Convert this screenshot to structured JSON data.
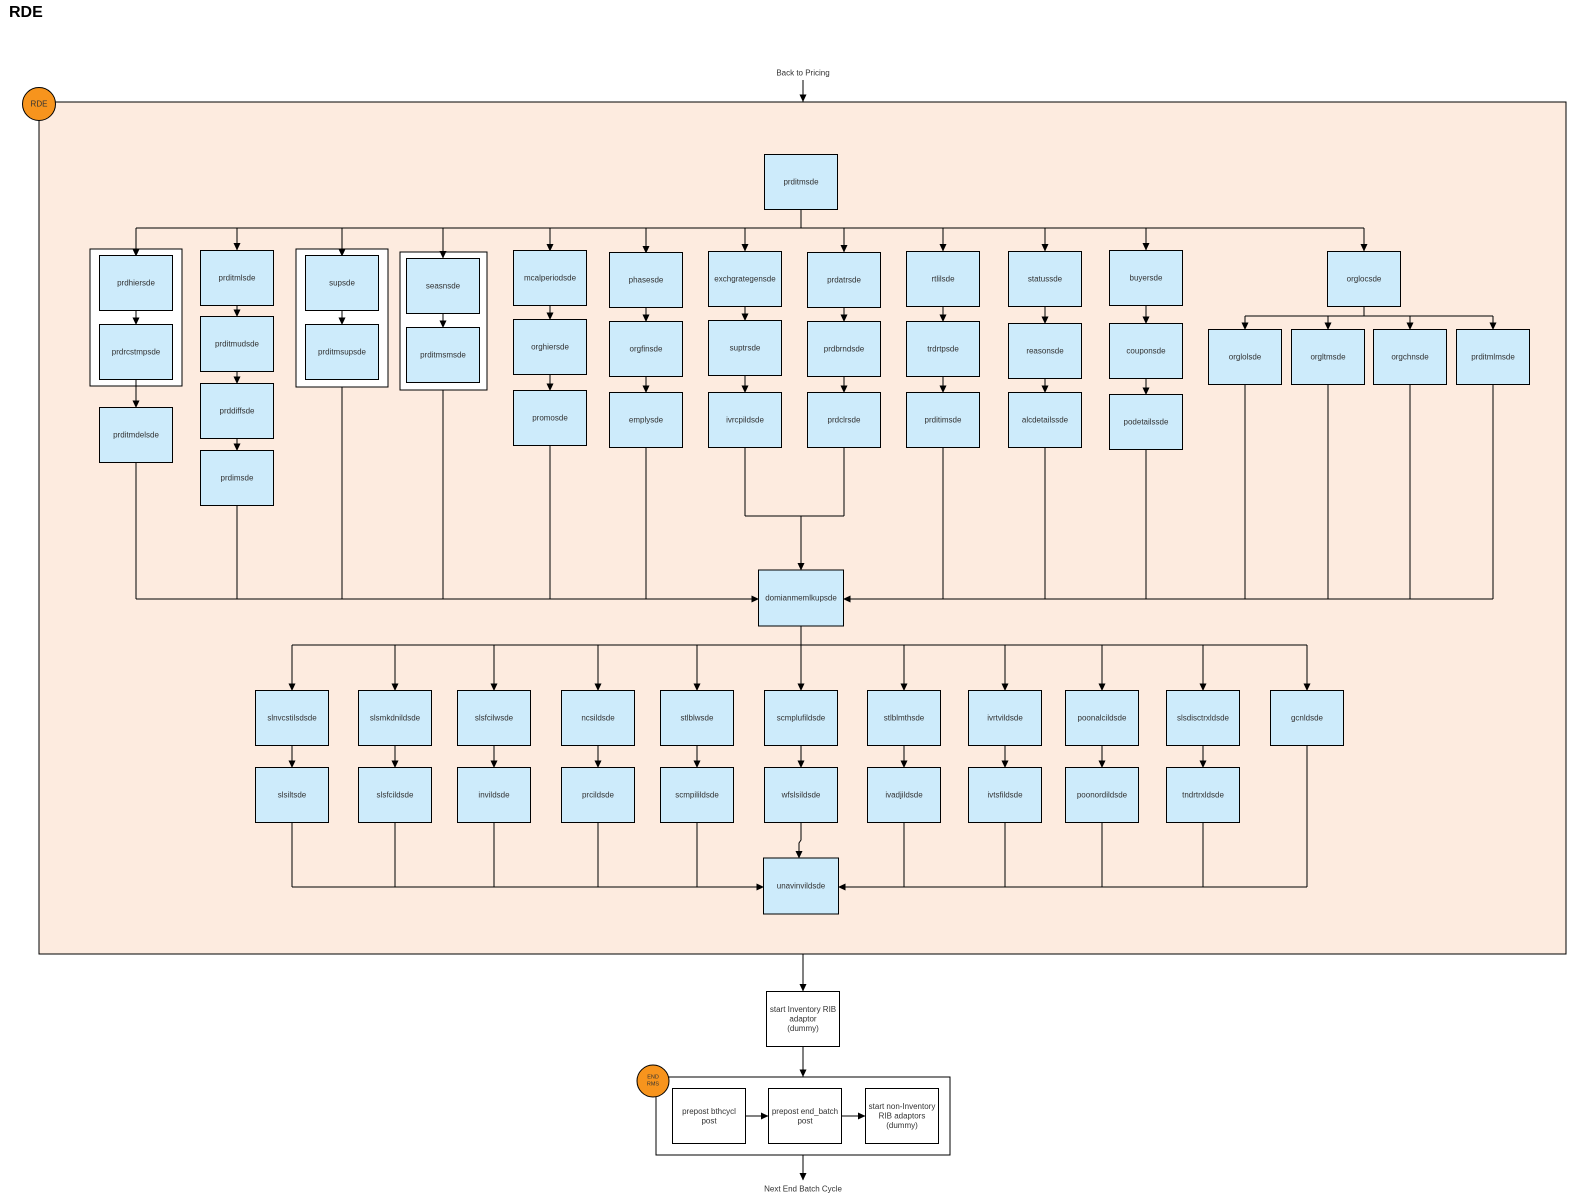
{
  "title": "RDE",
  "colors": {
    "region_fill": "#fdebdf",
    "job_fill": "#cdebfb",
    "badge_fill": "#f7941d",
    "line": "#000000"
  },
  "labels": {
    "back_to_pricing": "Back to Pricing",
    "next_cycle": "Next End Batch Cycle",
    "rde_badge": "RDE",
    "end_rms_badge_line1": "END",
    "end_rms_badge_line2": "RMS",
    "start_inventory": [
      "start Inventory RIB",
      "adaptor",
      "(dummy)"
    ],
    "prepost_bthcycl": [
      "prepost bthcycl",
      "post"
    ],
    "prepost_end_batch": [
      "prepost end_batch",
      "post"
    ],
    "start_non_inventory": [
      "start non-Inventory",
      "RIB adaptors",
      "(dummy)"
    ]
  },
  "jobs": {
    "top": "prditmsde",
    "hub": "domianmemlkupsde",
    "bottom": "unavinvildsde",
    "col1": [
      "prdhiersde",
      "prdrcstmpsde",
      "prditmdelsde"
    ],
    "col2": [
      "prditmlsde",
      "prditmudsde",
      "prddiffsde",
      "prdimsde"
    ],
    "col3": [
      "supsde",
      "prditmsupsde"
    ],
    "col4": [
      "seasnsde",
      "prditmsmsde"
    ],
    "col5": [
      "mcalperiodsde",
      "orghiersde",
      "promosde"
    ],
    "col6": [
      "phasesde",
      "orgfinsde",
      "emplysde"
    ],
    "col7": [
      "exchgrategensde",
      "suptrsde",
      "ivrcpildsde"
    ],
    "col8": [
      "prdatrsde",
      "prdbrndsde",
      "prdclrsde"
    ],
    "col9": [
      "rtlilsde",
      "trdrtpsde",
      "prditimsde"
    ],
    "col10": [
      "statussde",
      "reasonsde",
      "alcdetailssde"
    ],
    "col11": [
      "buyersde",
      "couponsde",
      "podetailssde"
    ],
    "orgloc": "orglocsde",
    "orgloc_children": [
      "orglolsde",
      "orgltmsde",
      "orgchnsde",
      "prditmlmsde"
    ],
    "lower_top": [
      "slnvcstilsdsde",
      "slsmkdnildsde",
      "slsfcilwsde",
      "ncsildsde",
      "stlblwsde",
      "scmplufildsde",
      "stlblmthsde",
      "ivrtvildsde",
      "poonalcildsde",
      "slsdisctrxldsde",
      "gcnldsde"
    ],
    "lower_bottom": [
      "slsiltsde",
      "slsfcildsde",
      "invildsde",
      "prcildsde",
      "scmpilildsde",
      "wfslsildsde",
      "ivadjildsde",
      "ivtsfildsde",
      "poonordildsde",
      "tndrtrxldsde"
    ]
  }
}
